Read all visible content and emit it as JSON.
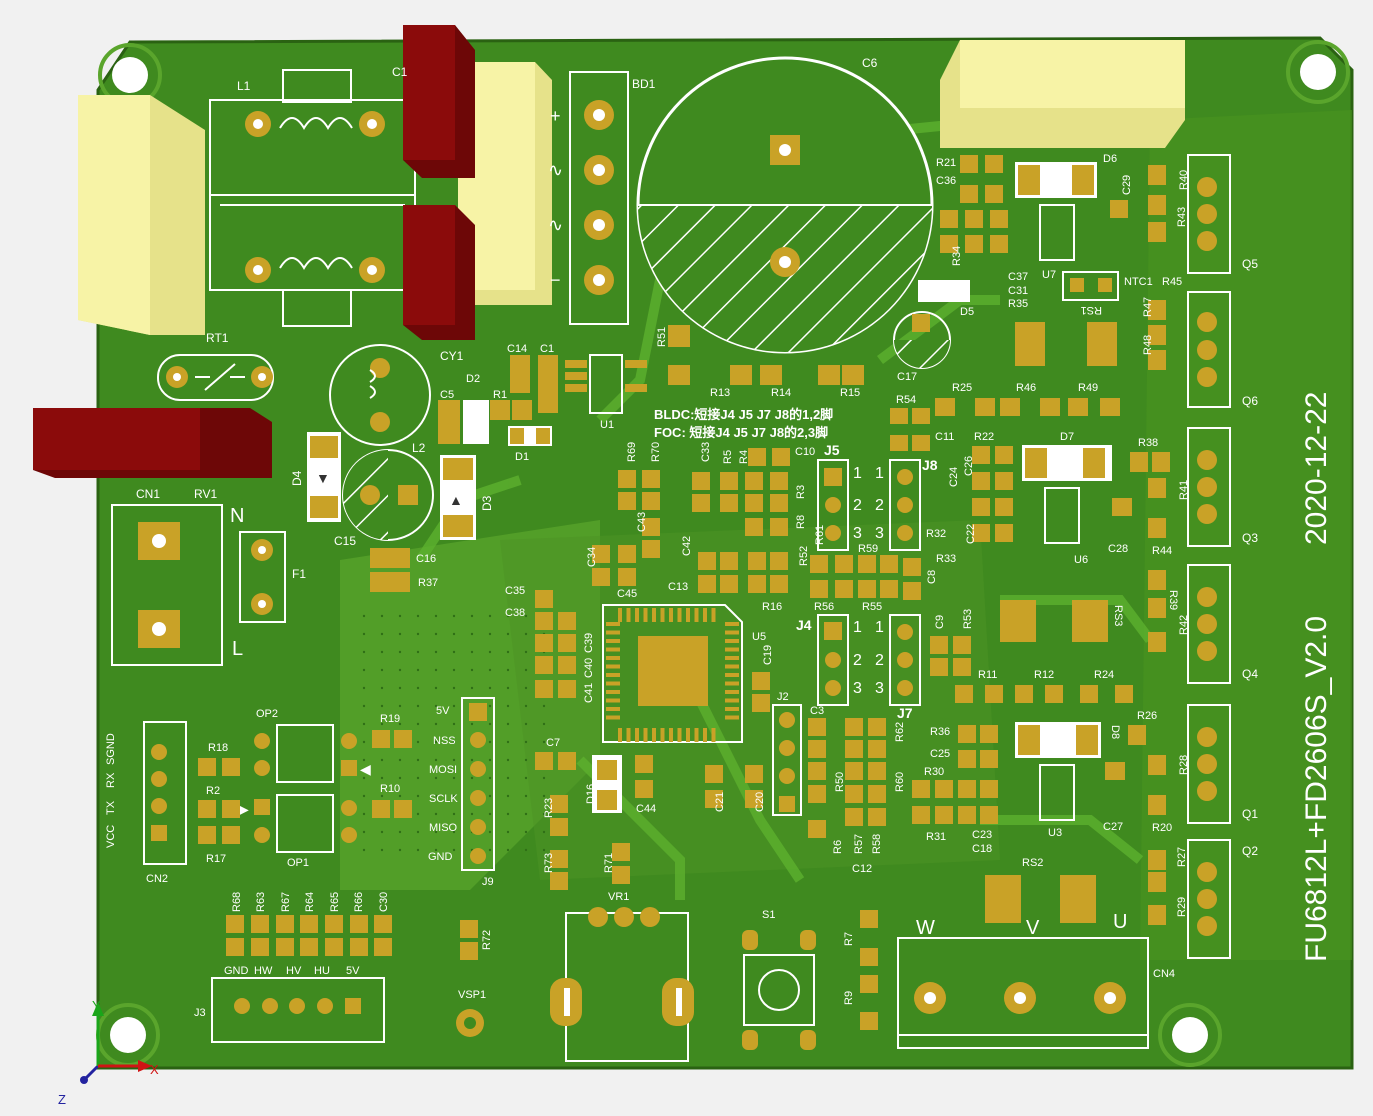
{
  "board": {
    "title": "FU6812L+FD2606S_V2.0",
    "date": "2020-12-22",
    "notes": {
      "bldc": "BLDC:短接J4 J5 J7 J8的1,2脚",
      "foc": "FOC: 短接J4 J5 J7 J8的2,3脚"
    },
    "colors": {
      "background": "#f1f1f1",
      "board": "#3f8a1f",
      "board_dark": "#2f6f16",
      "copper": "#5aa52c",
      "pad": "#c9a227",
      "capacitor_yellow": "#f4ef9a",
      "capacitor_red": "#8b0b0b"
    }
  },
  "labels": {
    "L1": "L1",
    "C1": "C1",
    "BD1": "BD1",
    "C6": "C6",
    "CY1": "CY1",
    "RT1": "RT1",
    "C14": "C14",
    "C1b": "C1",
    "D2": "D2",
    "R1": "R1",
    "D1": "D1",
    "C5": "C5",
    "L2": "L2",
    "D4": "D4",
    "D3": "D3",
    "C15": "C15",
    "C16": "C16",
    "R37": "R37",
    "CN1": "CN1",
    "RV1": "RV1",
    "F1": "F1",
    "N": "N",
    "Lterm": "L",
    "R51": "R51",
    "U1": "U1",
    "R13": "R13",
    "R14": "R14",
    "R15": "R15",
    "C17": "C17",
    "D5": "D5",
    "R21": "R21",
    "C36": "C36",
    "R34": "R34",
    "C37": "C37",
    "C31": "C31",
    "R35": "R35",
    "U7": "U7",
    "D6": "D6",
    "C29": "C29",
    "NTC1": "NTC1",
    "RS1": "RS1",
    "R40": "R40",
    "R43": "R43",
    "R45": "R45",
    "R47": "R47",
    "R48": "R48",
    "Q5": "Q5",
    "Q6": "Q6",
    "R25": "R25",
    "R46": "R46",
    "R49": "R49",
    "R54": "R54",
    "C11": "C11",
    "R22": "R22",
    "C24": "C24",
    "C26": "C26",
    "D7": "D7",
    "R38": "R38",
    "R41": "R41",
    "Q3": "Q3",
    "R44": "R44",
    "C28": "C28",
    "U6": "U6",
    "R32": "R32",
    "C22": "C22",
    "R33": "R33",
    "R69": "R69",
    "R70": "R70",
    "C33": "C33",
    "R5": "R5",
    "R4": "R4",
    "C10": "C10",
    "J5": "J5",
    "J8": "J8",
    "R3": "R3",
    "R8": "R8",
    "R61": "R61",
    "R59": "R59",
    "C43": "C43",
    "C34": "C34",
    "C42": "C42",
    "R52": "R52",
    "C13": "C13",
    "C45": "C45",
    "R16": "R16",
    "C8": "C8",
    "C35": "C35",
    "C38": "C38",
    "R56": "R56",
    "R55": "R55",
    "J4": "J4",
    "J7": "J7",
    "C9": "C9",
    "R53": "R53",
    "C39": "C39",
    "C40": "C40",
    "C41": "C41",
    "U5": "U5",
    "C19": "C19",
    "R39": "R39",
    "R42": "R42",
    "Q4": "Q4",
    "RS3": "RS3",
    "R11": "R11",
    "R12": "R12",
    "R24": "R24",
    "J2": "J2",
    "C3": "C3",
    "R62": "R62",
    "R36": "R36",
    "C25": "C25",
    "D8": "D8",
    "R26": "R26",
    "R28": "R28",
    "Q1": "Q1",
    "R30": "R30",
    "R31": "R31",
    "C23": "C23",
    "C18": "C18",
    "U3": "U3",
    "C27": "C27",
    "R20": "R20",
    "Q2": "Q2",
    "R27": "R27",
    "R29": "R29",
    "RS2": "RS2",
    "C7": "C7",
    "C21": "C21",
    "C20": "C20",
    "R50": "R50",
    "R60": "R60",
    "R6": "R6",
    "R57": "R57",
    "R58": "R58",
    "C12": "C12",
    "D16": "D16",
    "C44": "C44",
    "R23": "R23",
    "R73": "R73",
    "R71": "R71",
    "VR1": "VR1",
    "S1": "S1",
    "R7": "R7",
    "R9": "R9",
    "CN4": "CN4",
    "W": "W",
    "V": "V",
    "U": "U",
    "OP2": "OP2",
    "OP1": "OP1",
    "R18": "R18",
    "R2": "R2",
    "R17": "R17",
    "R19": "R19",
    "R10": "R10",
    "CN2": "CN2",
    "J9": "J9",
    "J3": "J3",
    "R68": "R68",
    "R63": "R63",
    "R67": "R67",
    "R64": "R64",
    "R65": "R65",
    "R66": "R66",
    "C30": "C30",
    "R72": "R72",
    "VSP1": "VSP1"
  },
  "j9_pins": [
    "5V",
    "NSS",
    "MOSI",
    "SCLK",
    "MISO",
    "GND"
  ],
  "cn2_pins": [
    "SGND",
    "RX",
    "TX",
    "VCC"
  ],
  "j3_pins": [
    "GND",
    "HW",
    "HV",
    "HU",
    "5V"
  ],
  "jumper_numbers": {
    "n1": "1",
    "n2": "2",
    "n3": "3"
  },
  "bd1_marks": {
    "plus": "+",
    "ac1": "∿",
    "ac2": "∿",
    "minus": "−"
  },
  "axis": {
    "x": "X",
    "y": "Y",
    "z": "Z"
  }
}
